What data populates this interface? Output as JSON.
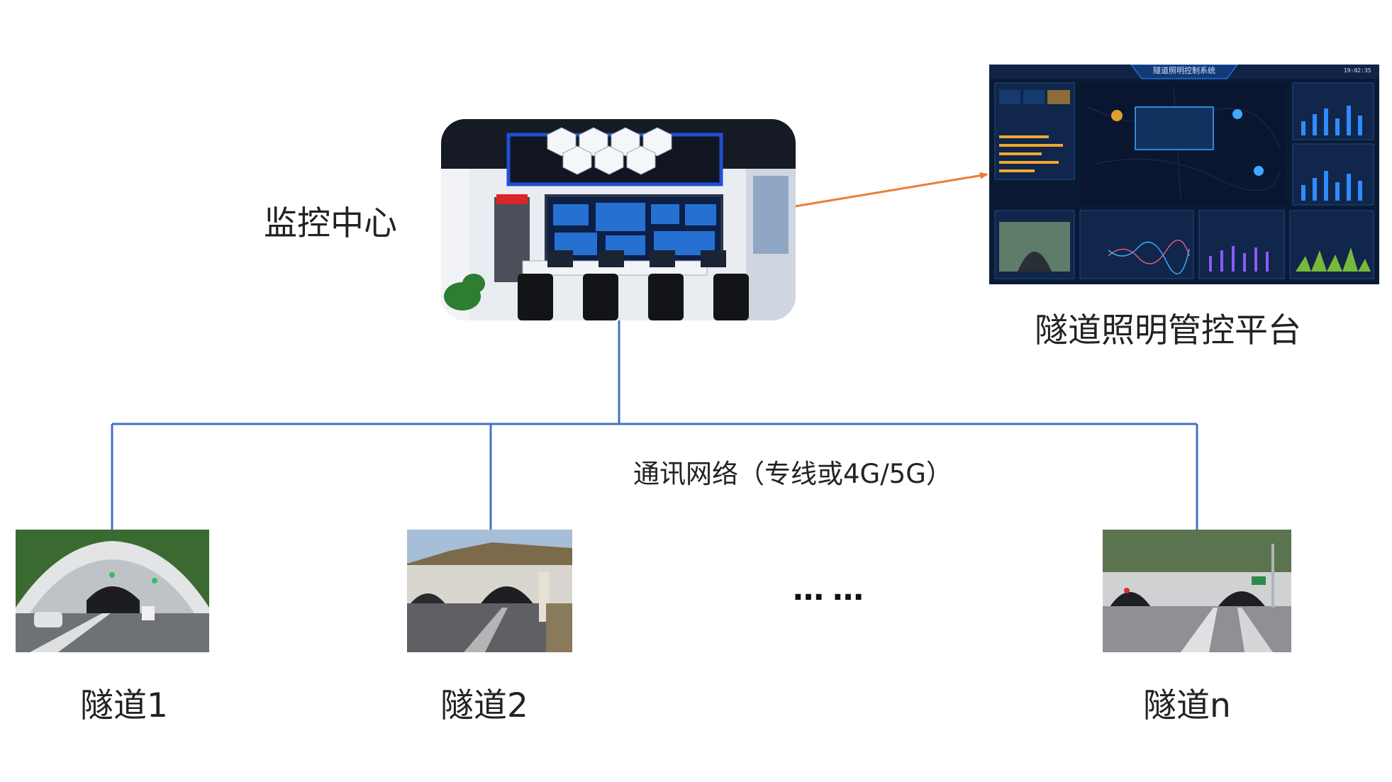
{
  "diagram": {
    "center": {
      "label": "监控中心"
    },
    "platform": {
      "label": "隧道照明管控平台",
      "screen_title": "隧道照明控制系统",
      "clock": "19:02:35"
    },
    "network": {
      "label": "通讯网络（专线或4G/5G）"
    },
    "tunnels": [
      {
        "label": "隧道1"
      },
      {
        "label": "隧道2"
      },
      {
        "label": "隧道n"
      }
    ],
    "ellipsis": "……",
    "colors": {
      "line": "#4472C4",
      "arrow": "#ED7D31",
      "screen_bg": "#0b1a33",
      "screen_accent": "#2f8cff"
    }
  }
}
